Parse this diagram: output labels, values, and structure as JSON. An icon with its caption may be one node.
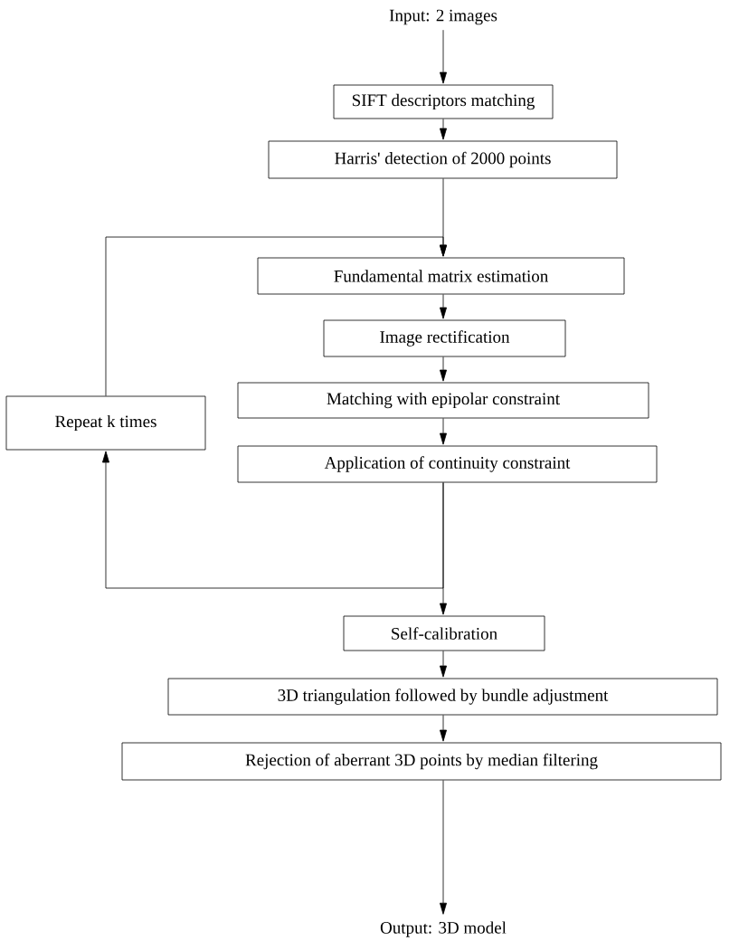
{
  "diagram": {
    "nodes": [
      {
        "text": [
          "Input: 2 images"
        ]
      },
      {
        "text": [
          "SIFT descriptors matching"
        ]
      },
      {
        "text": [
          "Harris' detection of 2000 points"
        ]
      },
      {
        "text": [
          "Fundamental matrix estimation"
        ]
      },
      {
        "text": [
          "Image rectification"
        ]
      },
      {
        "text": [
          "Matching with epipolar constraint"
        ]
      },
      {
        "text": [
          "Application of continuity constraint"
        ]
      },
      {
        "text": [
          "Self-calibration"
        ]
      },
      {
        "text": [
          "3D triangulation followed by bundle adjustment"
        ]
      },
      {
        "text": [
          "Rejection of aberrant 3D points by median filtering"
        ]
      },
      {
        "text": [
          "Output: 3D model"
        ]
      },
      {
        "text": [
          "Repeat k times"
        ]
      }
    ],
    "edges": [
      {
        "from": 0,
        "to": 1,
        "arrow": "to"
      },
      {
        "from": 1,
        "to": 2,
        "arrow": "to"
      },
      {
        "from": 2,
        "to": 3,
        "arrow": "to"
      },
      {
        "from": 3,
        "to": 4,
        "arrow": "to"
      },
      {
        "from": 4,
        "to": 5,
        "arrow": "to"
      },
      {
        "from": 5,
        "to": 6,
        "arrow": "to"
      },
      {
        "from": 6,
        "to": 7,
        "arrow": "to"
      },
      {
        "from": 7,
        "to": 8,
        "arrow": "to"
      },
      {
        "from": 8,
        "to": 9,
        "arrow": "to"
      },
      {
        "from": 9,
        "to": 10,
        "arrow": "to"
      },
      {
        "from": 6,
        "to": 11,
        "arrow": "to"
      },
      {
        "from": 11,
        "to": 3,
        "arrow": "to"
      }
    ]
  }
}
